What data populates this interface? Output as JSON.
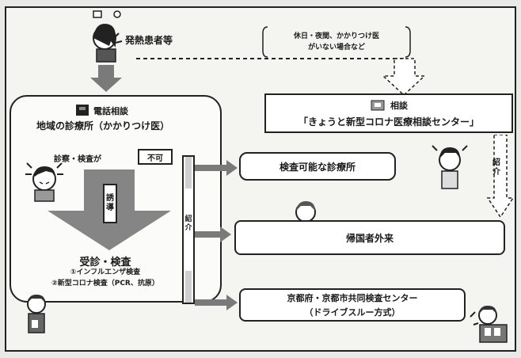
{
  "top_left_title": "発熱患者等",
  "callout_lines": [
    "休日・夜間、かかりつけ医",
    "がいない場合など"
  ],
  "consult": {
    "label": "相談",
    "title": "「きょうと新型コロナ医療相談センター」"
  },
  "clinic": {
    "label": "電話相談",
    "title": "地域の診療所（かかりつけ医）",
    "row_label": "診察・検査が",
    "not_possible": "不可",
    "direction": "誘導",
    "results_title": "受診・検査",
    "results_line1": "①インフルエンザ検査",
    "results_line2": "②新型コロナ検査（PCR、抗原）"
  },
  "vertical_label": "紹介",
  "right_vertical_label": "紹介",
  "targets": {
    "testing_clinic": "検査可能な診療所",
    "outpatient": "帰国者外来",
    "drive_through_line1": "京都府・京都市共同検査センター",
    "drive_through_line2": "（ドライブスルー方式）"
  },
  "colors": {
    "ink": "#1a1a1a",
    "arrow_gray": "#7a7a7a",
    "light_gray": "#cfcfcf",
    "bg": "#f4f4f1"
  },
  "icons": [
    "person-with-thought-icon",
    "phone-icon",
    "sick-person-icon",
    "doctor-icon",
    "nurse-icon",
    "person-icon",
    "drive-through-icon"
  ]
}
